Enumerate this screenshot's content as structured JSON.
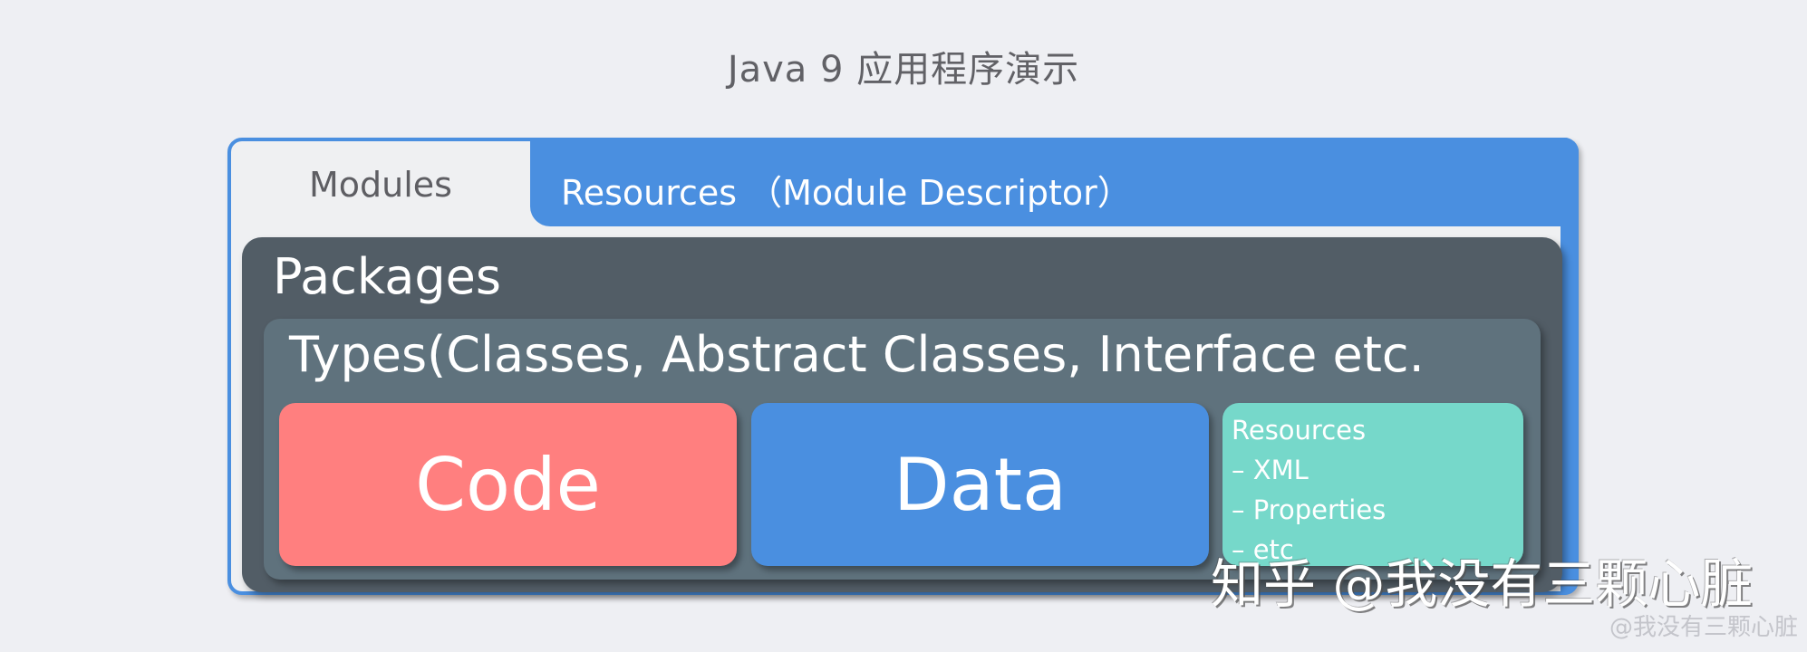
{
  "title": "Java 9 应用程序演示",
  "module": {
    "label": "Modules",
    "descriptor_label": "Resources （Module Descriptor）",
    "border_color": "#4a8fe0"
  },
  "packages": {
    "label": "Packages",
    "color": "#525d66"
  },
  "types": {
    "label": "Types(Classes, Abstract Classes, Interface etc.",
    "color": "#5f727d"
  },
  "blocks": {
    "code": {
      "label": "Code",
      "color": "#ff7f7f"
    },
    "data": {
      "label": "Data",
      "color": "#4a8fe0"
    },
    "resources": {
      "color": "#76d8ca",
      "lines": [
        "Resources",
        "– XML",
        "– Properties",
        "– etc"
      ]
    }
  },
  "watermarks": {
    "large": "知乎 @我没有三颗心脏",
    "small": "@我没有三颗心脏"
  }
}
